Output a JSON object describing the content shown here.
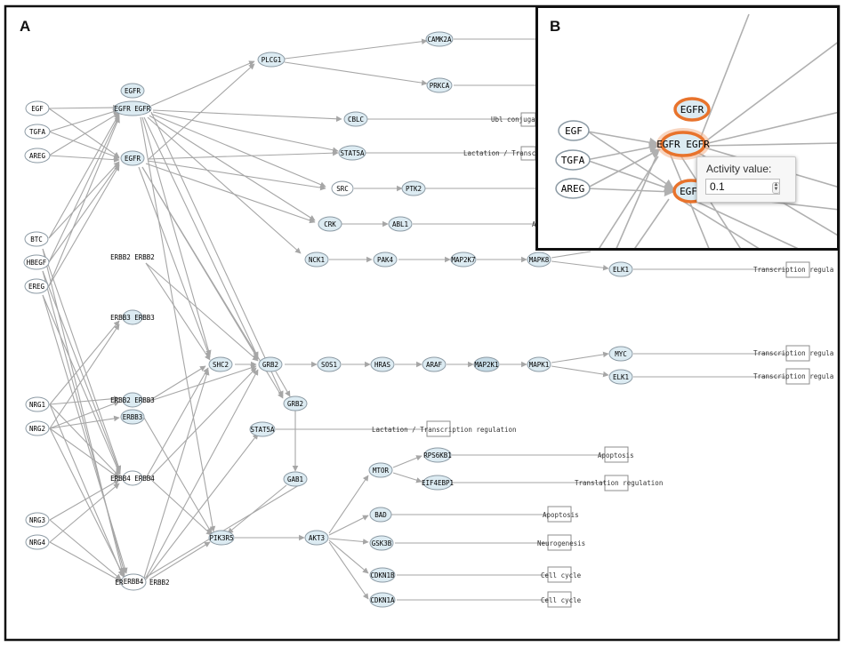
{
  "panel_labels": {
    "a": "A",
    "b": "B"
  },
  "colors": {
    "node_fill": "#dcebf2",
    "node_stroke": "#8c9aa4",
    "edge": "#a6a6a6",
    "highlight": "#e8732c",
    "frame": "#111111"
  },
  "nodes": {
    "EGF": "EGF",
    "TGFA": "TGFA",
    "AREG": "AREG",
    "BTC": "BTC",
    "HBEGF": "HBEGF",
    "EREG": "EREG",
    "NRG1": "NRG1",
    "NRG2": "NRG2",
    "NRG3": "NRG3",
    "NRG4": "NRG4",
    "EGFR_top": "EGFR",
    "EGFR_EGFR": "EGFR EGFR",
    "EGFR": "EGFR",
    "ERBB2_ERBB2": "ERBB2 ERBB2",
    "ERBB3_ERBB3": "ERBB3 ERBB3",
    "ERBB2_ERBB3": "ERBB2 ERBB3",
    "ERBB3": "ERBB3",
    "ERBB4_ERBB4": "ERBB4 ERBB4",
    "ERBB4_ERBB2": "ERBB4",
    "ERBB4_ERBB2_partial": "ERBB2",
    "ERBB4_left": "ER",
    "PLCG1": "PLCG1",
    "CAMK2A": "CAMK2A",
    "PRKCA": "PRKCA",
    "CBLC": "CBLC",
    "STAT5A_top": "STAT5A",
    "SRC": "SRC",
    "PTK2": "PTK2",
    "CRK": "CRK",
    "ABL1": "ABL1",
    "NCK1": "NCK1",
    "PAK4": "PAK4",
    "MAP2K7": "MAP2K7",
    "MAPK8": "MAPK8",
    "ELK1_top": "ELK1",
    "SHC2": "SHC2",
    "GRB2": "GRB2",
    "GRB2_b": "GRB2",
    "SOS1": "SOS1",
    "HRAS": "HRAS",
    "ARAF": "ARAF",
    "MAP2K1": "MAP2K1",
    "MAPK1": "MAPK1",
    "MYC": "MYC",
    "ELK1": "ELK1",
    "STAT5A": "STAT5A",
    "GAB1": "GAB1",
    "PIK3R5": "PIK3R5",
    "AKT3": "AKT3",
    "MTOR": "MTOR",
    "RPS6KB1": "RPS6KB1",
    "EIF4EBP1": "EIF4EBP1",
    "BAD": "BAD",
    "GSK3B": "GSK3B",
    "CDKN1B": "CDKN1B",
    "CDKN1A": "CDKN1A"
  },
  "outcomes": {
    "ubl": "Ubl conjugati",
    "lact_top": "Lactation / Transcri",
    "ab": "Ab",
    "tx_elk1_top": "Transcription regula",
    "tx_myc": "Transcription regula",
    "tx_elk1": "Transcription regula",
    "lact": "Lactation / Transcription regulation",
    "apoptosis_1": "Apoptosis",
    "translation": "Translation regulation",
    "apoptosis_2": "Apoptosis",
    "neurogenesis": "Neurogenesis",
    "cell_cycle_1": "Cell cycle",
    "cell_cycle_2": "Cell cycle"
  },
  "zoom": {
    "EGF": "EGF",
    "TGFA": "TGFA",
    "AREG": "AREG",
    "EGFR_top": "EGFR",
    "EGFR_EGFR": "EGFR EGFR",
    "EGFR": "EGF"
  },
  "popup": {
    "title": "Activity value:",
    "value": "0.1"
  }
}
